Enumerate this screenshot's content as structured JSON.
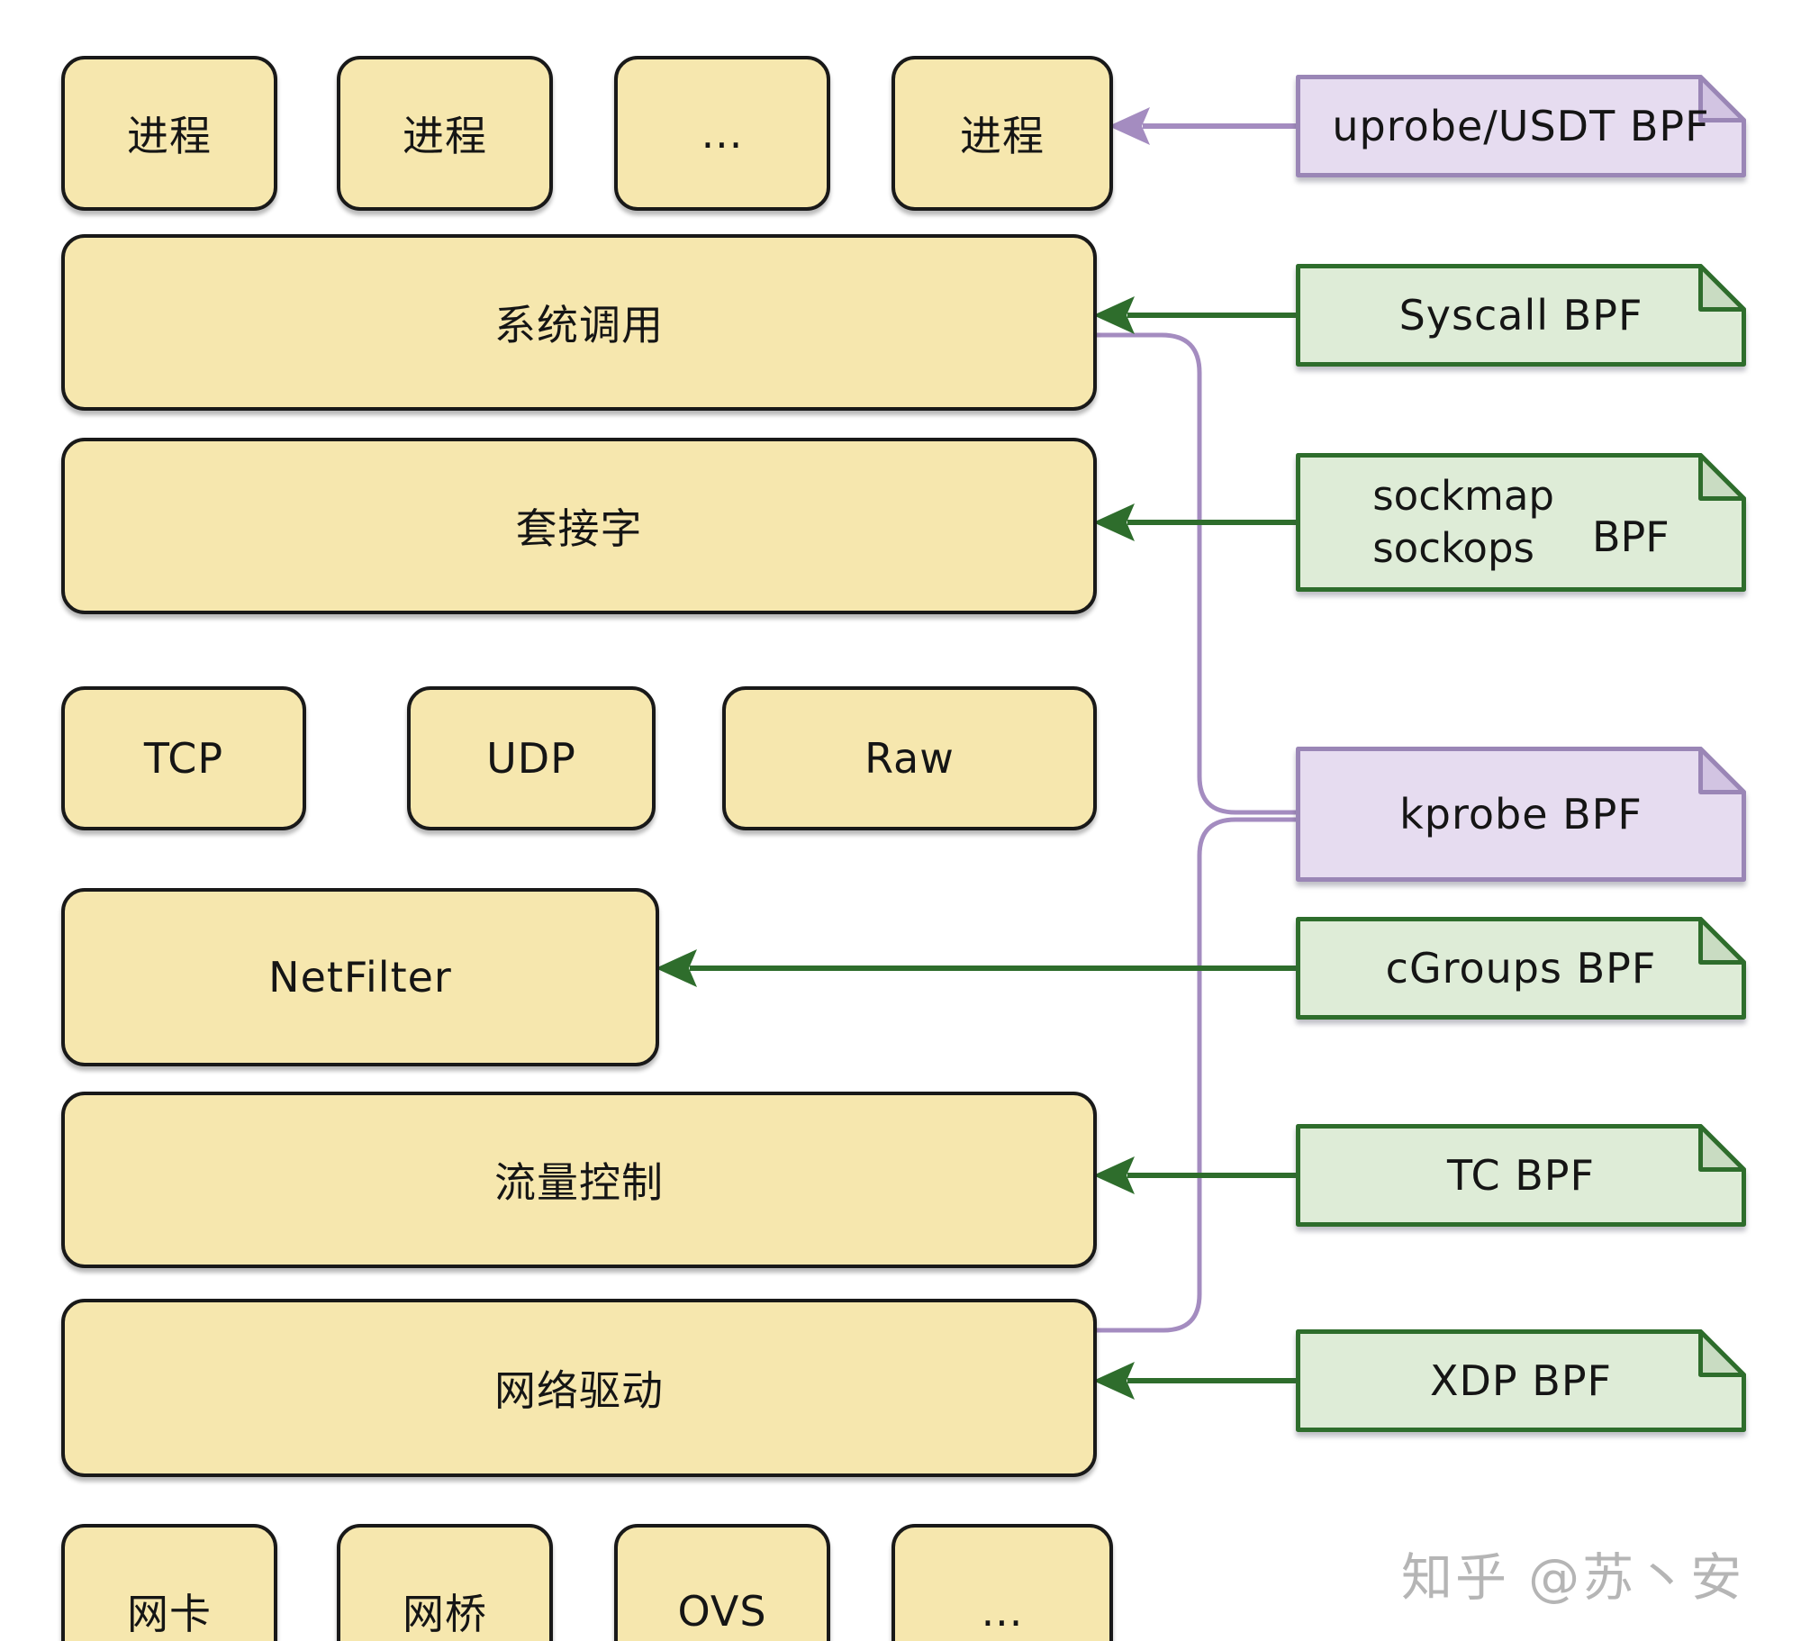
{
  "stack": {
    "process_row": [
      {
        "label": "进程"
      },
      {
        "label": "进程"
      },
      {
        "label": "..."
      },
      {
        "label": "进程"
      }
    ],
    "syscall": {
      "label": "系统调用"
    },
    "socket": {
      "label": "套接字"
    },
    "protocols": [
      {
        "label": "TCP"
      },
      {
        "label": "UDP"
      },
      {
        "label": "Raw"
      }
    ],
    "netfilter": {
      "label": "NetFilter"
    },
    "traffic_control": {
      "label": "流量控制"
    },
    "network_driver": {
      "label": "网络驱动"
    },
    "device_row": [
      {
        "label": "网卡"
      },
      {
        "label": "网桥"
      },
      {
        "label": "OVS"
      },
      {
        "label": "..."
      }
    ]
  },
  "notes": {
    "uprobe": {
      "label": "uprobe/USDT BPF",
      "style": "purple"
    },
    "syscall": {
      "label": "Syscall BPF",
      "style": "green"
    },
    "sockmap": {
      "line1": "sockmap",
      "line2": "sockops",
      "suffix": "BPF",
      "style": "green"
    },
    "kprobe": {
      "label": "kprobe BPF",
      "style": "purple"
    },
    "cgroups": {
      "label": "cGroups BPF",
      "style": "green"
    },
    "tc": {
      "label": "TC BPF",
      "style": "green"
    },
    "xdp": {
      "label": "XDP BPF",
      "style": "green"
    }
  },
  "watermark": {
    "label": "知乎 @苏丶安"
  },
  "colors": {
    "box_fill": "#f6e7ae",
    "box_border": "#191919",
    "green_note_fill": "#deecd7",
    "green_note_border": "#2e6d2c",
    "green_note_fold": "#c9dcc2",
    "green_arrow": "#2e6d2c",
    "purple_note_fill": "#e6dcf0",
    "purple_note_border": "#9a86b6",
    "purple_note_fold": "#d2c4e2",
    "purple_arrow": "#a48cc0"
  }
}
